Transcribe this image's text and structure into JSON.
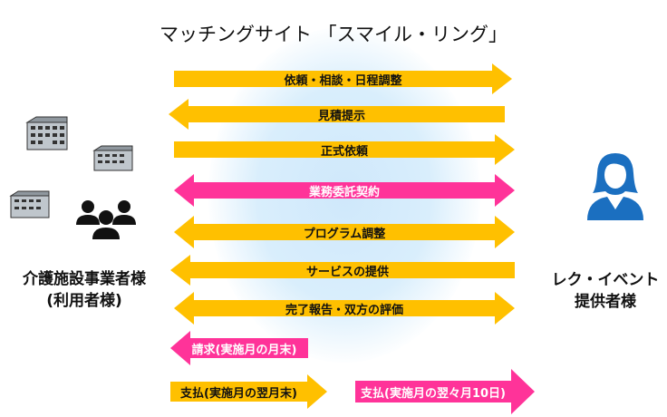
{
  "title": "マッチングサイト 「スマイル・リング」",
  "left_party": {
    "line1": "介護施設事業者様",
    "line2": "(利用者様)"
  },
  "right_party": {
    "line1": "レク・イベント",
    "line2": "提供者様"
  },
  "colors": {
    "orange": "#FFC000",
    "pink": "#FF3399",
    "icon_blue": "#1B6FC0"
  },
  "flows": [
    {
      "label": "依頼・相談・日程調整",
      "direction": "right",
      "color": "orange"
    },
    {
      "label": "見積提示",
      "direction": "left",
      "color": "orange"
    },
    {
      "label": "正式依頼",
      "direction": "right",
      "color": "orange"
    },
    {
      "label": "業務委託契約",
      "direction": "both",
      "color": "pink"
    },
    {
      "label": "プログラム調整",
      "direction": "both",
      "color": "orange"
    },
    {
      "label": "サービスの提供",
      "direction": "left",
      "color": "orange"
    },
    {
      "label": "完了報告・双方の評価",
      "direction": "both",
      "color": "orange"
    },
    {
      "label": "請求(実施月の月末)",
      "direction": "left",
      "color": "pink"
    },
    {
      "label": "支払(実施月の翌月末)",
      "direction": "right",
      "color": "orange"
    },
    {
      "label": "支払(実施月の翌々月10日)",
      "direction": "right",
      "color": "pink"
    }
  ]
}
